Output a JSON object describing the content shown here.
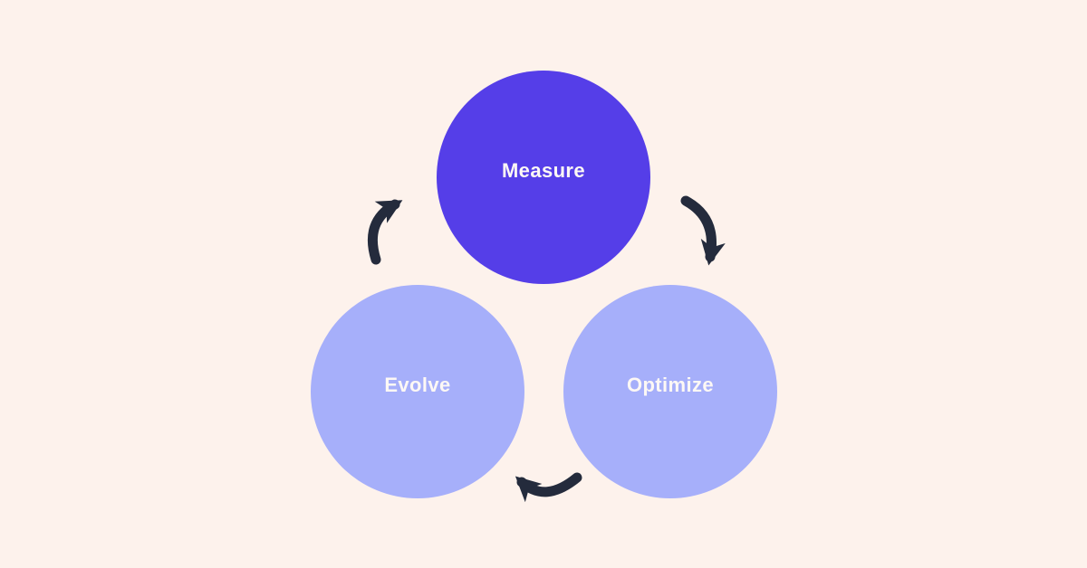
{
  "page": {
    "background_color": "#FDF2EC"
  },
  "diagram": {
    "type": "cycle",
    "nodes": [
      {
        "id": "measure",
        "label": "Measure",
        "fill_color": "#553EE8",
        "text_color": "#FDF8F5",
        "emphasis": "primary",
        "position": "top"
      },
      {
        "id": "evolve",
        "label": "Evolve",
        "fill_color": "#A6AFFA",
        "text_color": "#FDF8F5",
        "emphasis": "secondary",
        "position": "bottom-left"
      },
      {
        "id": "optimize",
        "label": "Optimize",
        "fill_color": "#A6AFFA",
        "text_color": "#FDF8F5",
        "emphasis": "secondary",
        "position": "bottom-right"
      }
    ],
    "arrows": [
      {
        "from": "Measure",
        "to": "Optimize",
        "direction": "clockwise"
      },
      {
        "from": "Optimize",
        "to": "Evolve",
        "direction": "clockwise"
      },
      {
        "from": "Evolve",
        "to": "Measure",
        "direction": "clockwise"
      }
    ],
    "arrow_color": "#242B3C"
  }
}
